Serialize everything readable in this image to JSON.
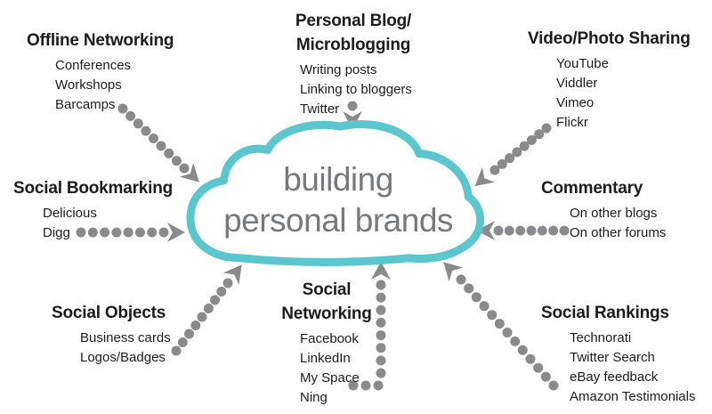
{
  "colors": {
    "cloud_stroke": "#5cc6cf",
    "cloud_text": "#77787b",
    "connector": "#8a8a8d",
    "text": "#1c1c1e"
  },
  "center": {
    "line1": "building",
    "line2": "personal brands"
  },
  "groups": [
    {
      "title": "Offline Networking",
      "items": [
        "Conferences",
        "Workshops",
        "Barcamps"
      ]
    },
    {
      "title": "Personal Blog/\nMicroblogging",
      "items": [
        "Writing posts",
        "Linking to bloggers",
        "Twitter"
      ]
    },
    {
      "title": "Video/Photo Sharing",
      "items": [
        "YouTube",
        "Viddler",
        "Vimeo",
        "Flickr"
      ]
    },
    {
      "title": "Social Bookmarking",
      "items": [
        "Delicious",
        "Digg"
      ]
    },
    {
      "title": "Commentary",
      "items": [
        "On other blogs",
        "On other forums"
      ]
    },
    {
      "title": "Social Objects",
      "items": [
        "Business cards",
        "Logos/Badges"
      ]
    },
    {
      "title": "Social Networking",
      "items": [
        "Facebook",
        "LinkedIn",
        "My Space",
        "Ning"
      ]
    },
    {
      "title": "Social Rankings",
      "items": [
        "Technorati",
        "Twitter Search",
        "eBay feedback",
        "Amazon Testimonials"
      ]
    }
  ]
}
